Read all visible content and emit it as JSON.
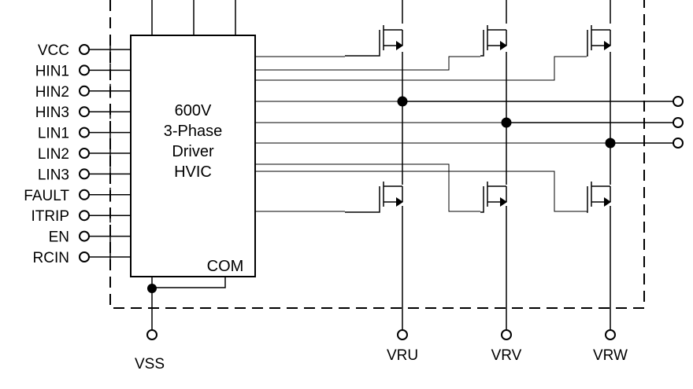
{
  "driver_ic": {
    "label_lines": [
      "600V",
      "3-Phase",
      "Driver",
      "HVIC"
    ],
    "com_label": "COM"
  },
  "input_pins": [
    "VCC",
    "HIN1",
    "HIN2",
    "HIN3",
    "LIN1",
    "LIN2",
    "LIN3",
    "FAULT",
    "ITRIP",
    "EN",
    "RCIN"
  ],
  "bottom_terminals": {
    "vss": "VSS",
    "vru": "VRU",
    "vrv": "VRV",
    "vrw": "VRW"
  },
  "transistors": [
    "high-side-u",
    "high-side-v",
    "high-side-w",
    "low-side-u",
    "low-side-v",
    "low-side-w"
  ]
}
